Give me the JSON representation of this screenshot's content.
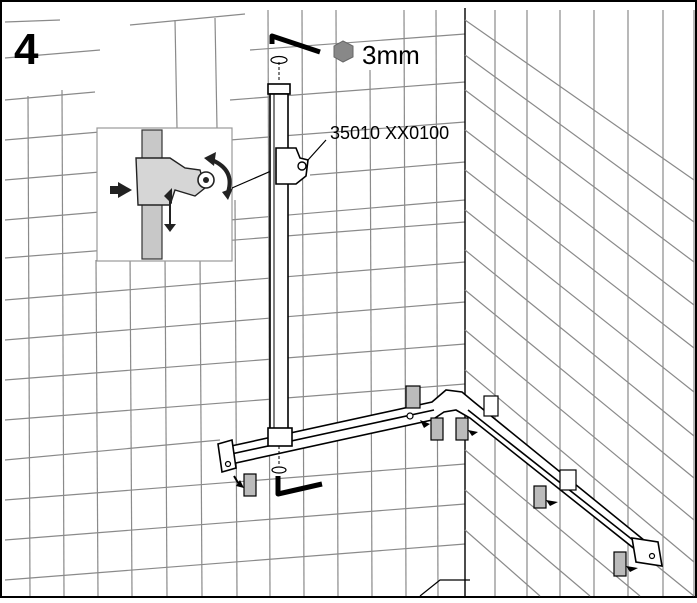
{
  "step": {
    "number": "4"
  },
  "tool": {
    "size_label": "3mm",
    "icon": "hex-key-icon"
  },
  "part": {
    "code": "35010 XX0100"
  },
  "colors": {
    "line": "#000000",
    "tile_line": "#8a8a8a",
    "bar_fill": "#ffffff",
    "detail_shade": "#b8b8b8"
  }
}
